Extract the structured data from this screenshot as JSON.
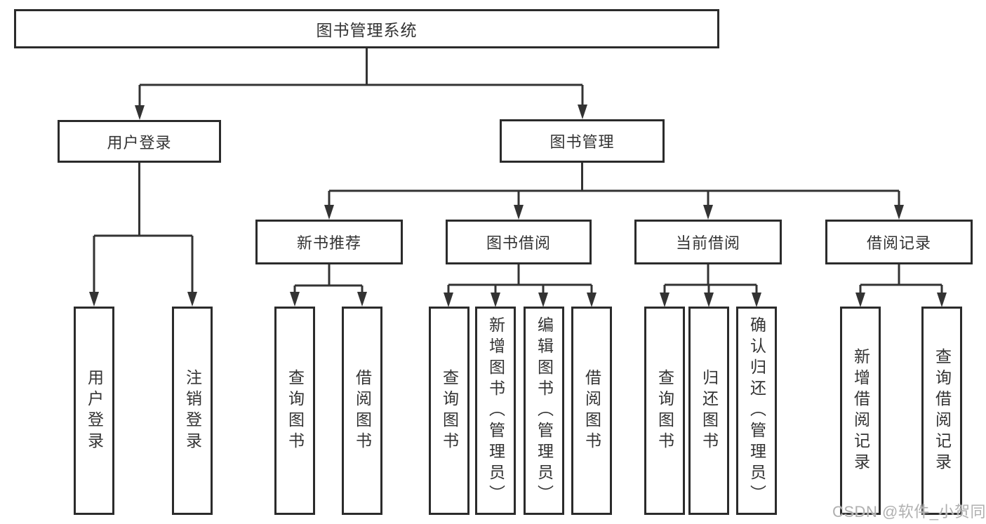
{
  "tree": {
    "label": "图书管理系统",
    "children": [
      {
        "label": "用户登录",
        "children": [
          {
            "label": "用户登录"
          },
          {
            "label": "注销登录"
          }
        ]
      },
      {
        "label": "图书管理",
        "children": [
          {
            "label": "新书推荐",
            "children": [
              {
                "label": "查询图书"
              },
              {
                "label": "借阅图书"
              }
            ]
          },
          {
            "label": "图书借阅",
            "children": [
              {
                "label": "查询图书"
              },
              {
                "label": "新增图书（管理员）"
              },
              {
                "label": "编辑图书（管理员）"
              },
              {
                "label": "借阅图书"
              }
            ]
          },
          {
            "label": "当前借阅",
            "children": [
              {
                "label": "查询图书"
              },
              {
                "label": "归还图书"
              },
              {
                "label": "确认归还（管理员）"
              }
            ]
          },
          {
            "label": "借阅记录",
            "children": [
              {
                "label": "新增借阅记录"
              },
              {
                "label": "查询借阅记录"
              }
            ]
          }
        ]
      }
    ]
  },
  "watermark": {
    "text": "CSDN @软件_小贺同学"
  },
  "colors": {
    "line": "#333333",
    "box_border": "#2b2b2b",
    "text": "#333333",
    "watermark": "#b0b0b0",
    "background": "#ffffff"
  }
}
